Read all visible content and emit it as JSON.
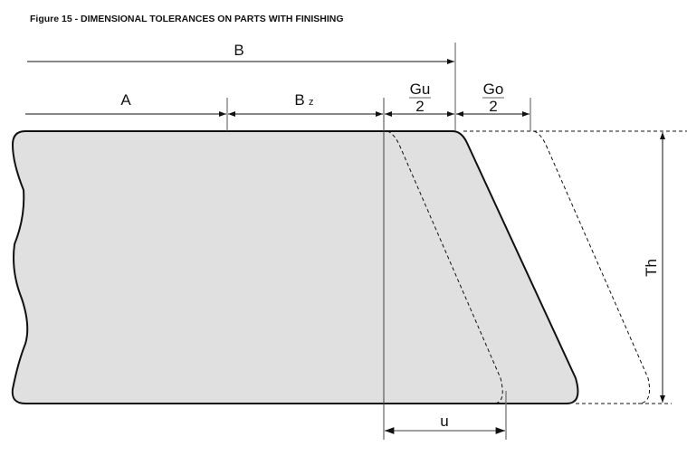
{
  "title": "Figure 15 - DIMENSIONAL TOLERANCES ON PARTS WITH FINISHING",
  "labels": {
    "B": "B",
    "A": "A",
    "Bz_main": "B",
    "Bz_sub": "z",
    "Gu": "Gu",
    "Go": "Go",
    "two": "2",
    "Th": "Th",
    "u": "u"
  },
  "colors": {
    "part_fill": "#e0e0e0",
    "line": "#111111"
  }
}
